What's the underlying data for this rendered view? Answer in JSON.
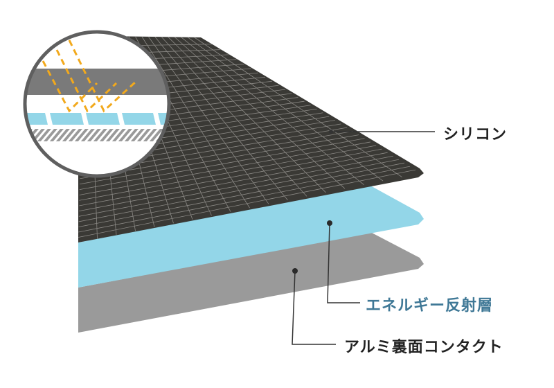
{
  "labels": {
    "silicon": "シリコン",
    "reflective": "エネルギー反射層",
    "aluminum": "アルミ裏面コンタクト"
  },
  "colors": {
    "silicon": "#3a3935",
    "grid": "#8c8a86",
    "reflective": "#93d6e8",
    "aluminum": "#9a9a9a",
    "light_rays": "#f2a91c",
    "label_text": "#222222",
    "reflective_label": "#3f7896",
    "circle_border": "#5f5f5f"
  }
}
